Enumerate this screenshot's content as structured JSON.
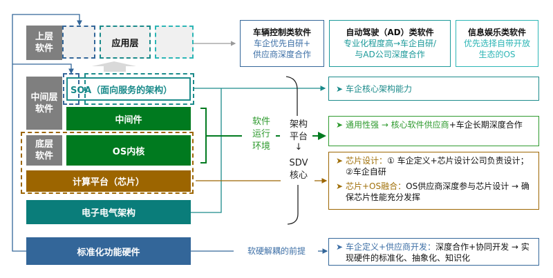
{
  "colors": {
    "gray_label": "#7f7f7f",
    "green": "#007a1f",
    "brown": "#9c6500",
    "teal": "#0a7d7a",
    "blue": "#336699",
    "soa_teal": "#1a8a8a",
    "light_teal": "#2bb5b5",
    "app_bg": "#f0f0f0",
    "green_text": "#2e9a2e",
    "brown_text": "#a0700a",
    "blue_text": "#3d6fa6",
    "teal_text": "#1a9999"
  },
  "layers": {
    "upper_label": "上层\n软件",
    "middle_label": "中间层\n软件",
    "bottom_label": "底层\n软件",
    "app_layer": "应用层",
    "soa": "SOA（面向服务的架构）",
    "middleware": "中间件",
    "os_kernel": "OS内核",
    "compute_platform": "计算平台（芯片）",
    "ee_architecture": "电子电气架构",
    "std_hardware": "标准化功能硬件"
  },
  "top_boxes": [
    {
      "title": "车辆控制类软件",
      "body": "车企优先自研+\n供应商深度合作"
    },
    {
      "title": "自动驾驶（AD）类软件",
      "body": "专业化程度高→车企自研/\n与AD公司深度合作"
    },
    {
      "title": "信息娱乐类软件",
      "body": "优先选择自带开放\n生态的OS"
    }
  ],
  "middle_labels": {
    "runtime_env": "软件\n运行\n环境",
    "arch_platform": "架构\n平台",
    "down_arrow": "↓",
    "sdv_core": "SDV\n核心",
    "decoupling": "软硬解耦的前提"
  },
  "right_boxes": {
    "soa_box": {
      "bullet": "➤",
      "text": "车企核心架构能力"
    },
    "middleware_box": {
      "bullet": "➤",
      "highlight": "通用性强 → 核心软件供应商",
      "rest": "+车企长期深度合作"
    },
    "chip_box": [
      {
        "bullet": "➤",
        "highlight": "芯片设计：",
        "rest": "① 车企定义+芯片设计公司负责设计；②车企自研"
      },
      {
        "bullet": "➤",
        "highlight": "芯片+OS融合：",
        "rest": "OS供应商深度参与芯片设计 → 确保芯片性能充分发挥"
      }
    ],
    "hardware_box": {
      "bullet": "➤",
      "highlight": "车企定义+供应商开发：",
      "rest": "深度合作+协同开发 → 实现硬件的标准化、抽象化、知识化"
    }
  }
}
